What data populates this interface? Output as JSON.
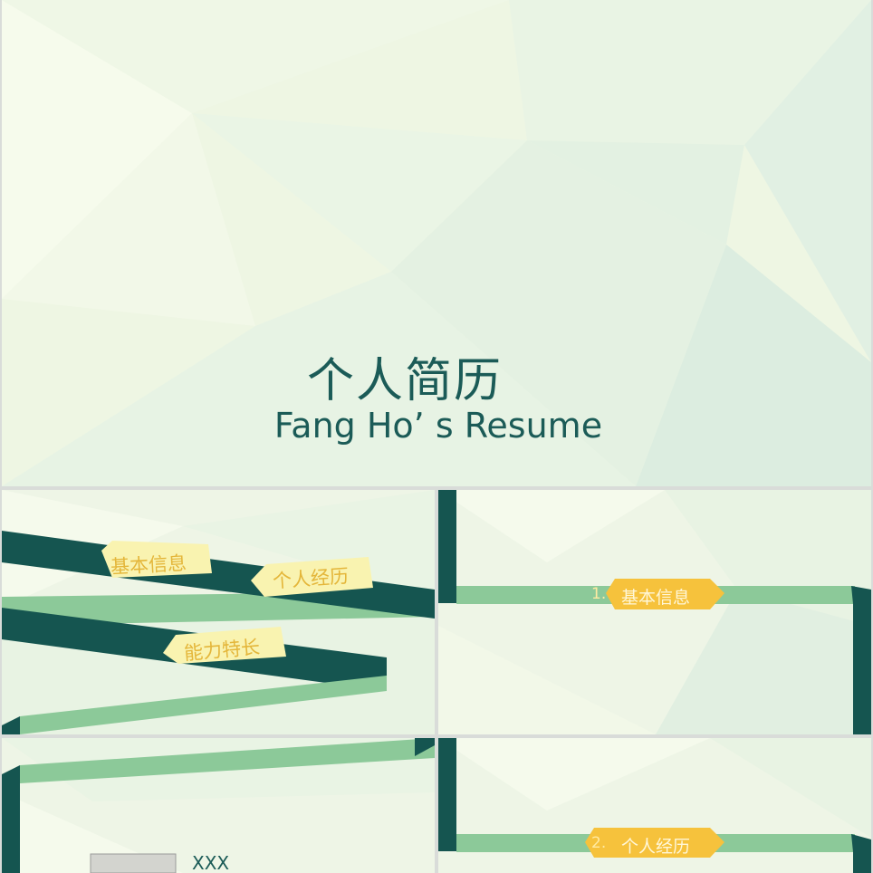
{
  "slides": [
    {
      "title_cn": "个人简历",
      "title_en": "Fang Ho’ s Resume"
    },
    {
      "tags": [
        "基本信息",
        "个人经历",
        "能力特长"
      ]
    },
    {
      "section_number": "1.",
      "section_label": "基本信息"
    },
    {
      "name": "XXX"
    },
    {
      "section_number": "2.",
      "section_label": "个人经历"
    }
  ],
  "colors": {
    "background": "#eef5e6",
    "dark_teal": "#155550",
    "light_green": "#8cc999",
    "tag_yellow": "#f9f3b0",
    "tag_text": "#e4b63a",
    "tab_orange": "#f6c23c",
    "title": "#1b5b57"
  }
}
